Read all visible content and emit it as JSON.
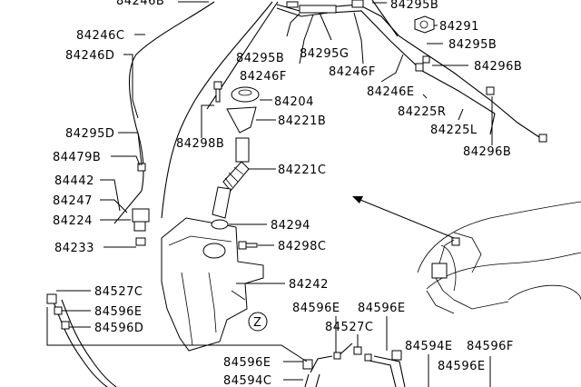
{
  "labels": {
    "p84246b": "84246B",
    "p84295b_top": "84295B",
    "p84246c": "84246C",
    "p84246d": "84246D",
    "p84291": "84291",
    "p84295b_left": "84295B",
    "p84295g": "84295G",
    "p84295b_right": "84295B",
    "p84246f_a": "84246F",
    "p84246f_b": "84246F",
    "p84296b_a": "84296B",
    "p84204": "84204",
    "p84246e": "84246E",
    "p84221b": "84221B",
    "p84225r": "84225R",
    "p84298b": "84298B",
    "p84295d": "84295D",
    "p84225l": "84225L",
    "p84479b": "84479B",
    "p84296b_b": "84296B",
    "p84221c": "84221C",
    "p84442": "84442",
    "p84247": "84247",
    "p84224": "84224",
    "p84294": "84294",
    "p84233": "84233",
    "p84298c": "84298C",
    "p84242": "84242",
    "p84527c_a": "84527C",
    "p84596e_a": "84596E",
    "p84596e_b": "84596E",
    "p84596e_c": "84596E",
    "p84527c_b": "84527C",
    "p84596d": "84596D",
    "p84594e": "84594E",
    "p84596f": "84596F",
    "p84596e_d": "84596E",
    "p84596e_e": "84596E",
    "p84594c": "84594C",
    "z_marker": "Z"
  }
}
